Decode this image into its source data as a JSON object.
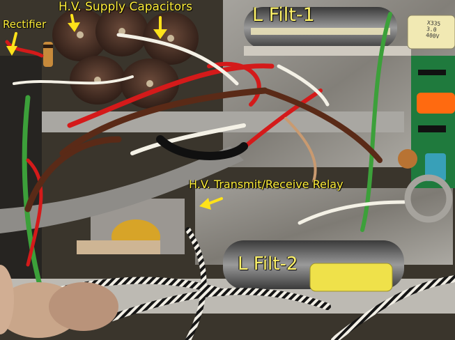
{
  "labels": {
    "rectifier": "Rectifier",
    "hv_supply_capacitors": "H.V. Supply Capacitors",
    "l_filt_1": "L Filt-1",
    "hv_transmit_receive_relay": "H.V. Transmit/Receive Relay",
    "l_filt_2": "L Filt-2"
  },
  "component_markings": {
    "top_right_capacitor_line1": "X335",
    "top_right_capacitor_line2": "3.0",
    "top_right_capacitor_line3": "400V"
  },
  "colors": {
    "label_yellow": "#ffef3a",
    "arrow_yellow": "#ffe21a"
  }
}
